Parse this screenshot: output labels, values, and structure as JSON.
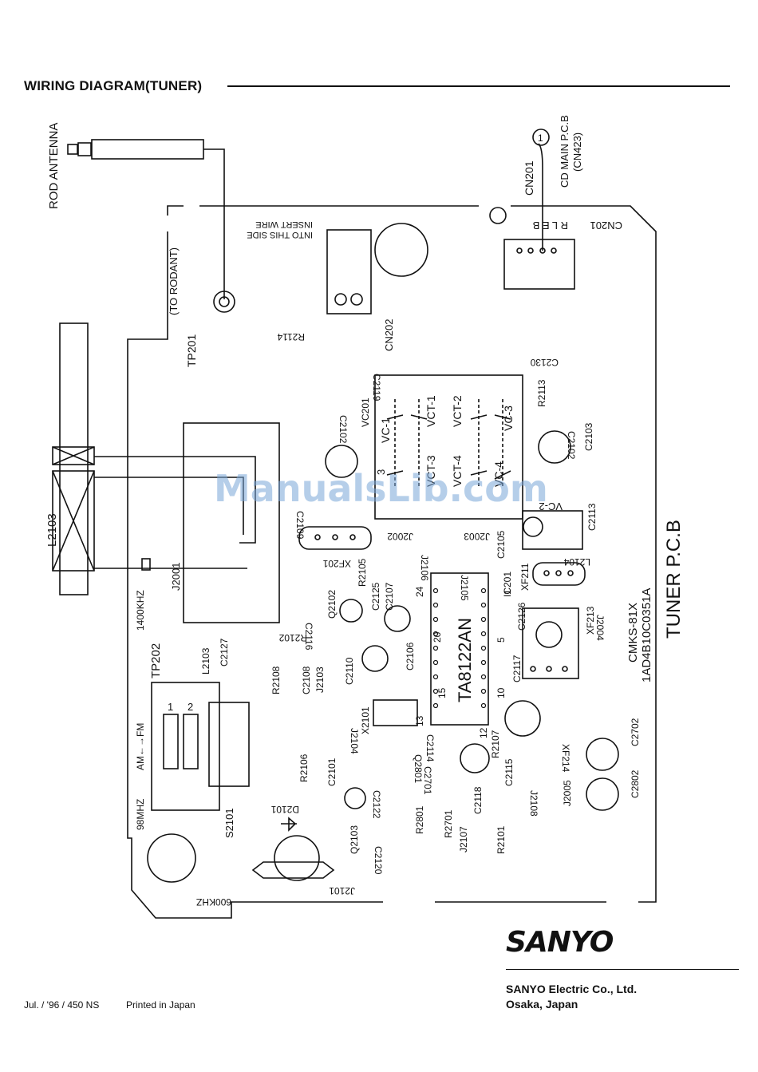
{
  "header": {
    "title": "WIRING DIAGRAM(TUNER)"
  },
  "labels": {
    "rod_antenna": "ROD ANTENNA",
    "cd_main": "CD MAIN P.C.B",
    "cn423": "(CN423)",
    "cn201": "CN201",
    "cn201_rev": "CN201",
    "rleb": "R L E B",
    "pin1": "1",
    "insert_wire": "INSERT WIRE",
    "into_side": "INTO THIS SIDE",
    "to_rodant": "(TO RODANT)",
    "tp201": "TP201",
    "r2114": "R2114",
    "cn202": "CN202",
    "c2119": "C2119",
    "c2130": "C2130",
    "r2113": "R2113",
    "c2102": "C2102",
    "c2103": "C2103",
    "vc201": "VC201",
    "c2102b": "C2102",
    "l2103": "L2103",
    "vc1": "VC-1",
    "vct1": "VCT-1",
    "vct3": "VCT-3",
    "vc3": "VC-3",
    "vct2": "VCT-2",
    "vc2": "VC-2",
    "vct4": "VCT-4",
    "vc4": "VC-4",
    "c2113": "C2113",
    "c2109": "C2109",
    "j2002": "J2002",
    "j2003": "J2003",
    "xf201": "XF201",
    "l2104": "L2104",
    "tuner_pcb": "TUNER P.C.B",
    "pcb_no": "CMKS-81X",
    "pcb_code": "1AD4B10C0351A",
    "j2001": "J2001",
    "f1400": "1400KHZ",
    "tp202": "TP202",
    "ic": "TA8122AN",
    "r2105": "R2105",
    "c2125": "C2125",
    "c2107": "C2107",
    "j2106": "J2106",
    "j2105": "J2105",
    "c2105": "C2105",
    "ic201": "IC201",
    "xf211": "XF211",
    "j2004": "J2004",
    "xf213": "XF213",
    "c2126": "C2126",
    "c2117": "C2117",
    "r2102": "R2102",
    "q2102": "Q2102",
    "c2116": "C2116",
    "c2106": "C2106",
    "r2108": "R2108",
    "c2108": "C2108",
    "j2103": "J2103",
    "c2110": "C2110",
    "c2127": "C2127",
    "l2103b": "L2103",
    "x2101": "X2101",
    "j2104": "J2104",
    "c2114": "C2114",
    "q2801": "Q2801",
    "c2701": "C2701",
    "r2107": "R2107",
    "c2115": "C2115",
    "xf214": "XF214",
    "c2118": "C2118",
    "j2108": "J2108",
    "j2005": "J2005",
    "c2702": "C2702",
    "c2802": "C2802",
    "r2106": "R2106",
    "c2101": "C2101",
    "c2122": "C2122",
    "q2103": "Q2103",
    "c2120": "C2120",
    "r2801": "R2801",
    "r2701": "R2701",
    "j2107": "J2107",
    "r2101": "R2101",
    "d2101": "D2101",
    "s2101": "S2101",
    "j2101": "J2101",
    "f600": "600KHZ",
    "f98": "98MHZ",
    "amfm": "AM←→FM",
    "sw1": "1",
    "sw2": "2",
    "n24": "24",
    "n20": "20",
    "n15": "15",
    "n13": "13",
    "n12": "12",
    "n10": "10",
    "n5": "5",
    "n1": "1",
    "n3": "3"
  },
  "footer": {
    "brand": "SANYO",
    "company": "SANYO Electric Co., Ltd.",
    "city": "Osaka, Japan",
    "print_code": "Jul. / '96 / 450  NS",
    "printed": "Printed in Japan"
  },
  "watermark": "ManualsLib.com"
}
